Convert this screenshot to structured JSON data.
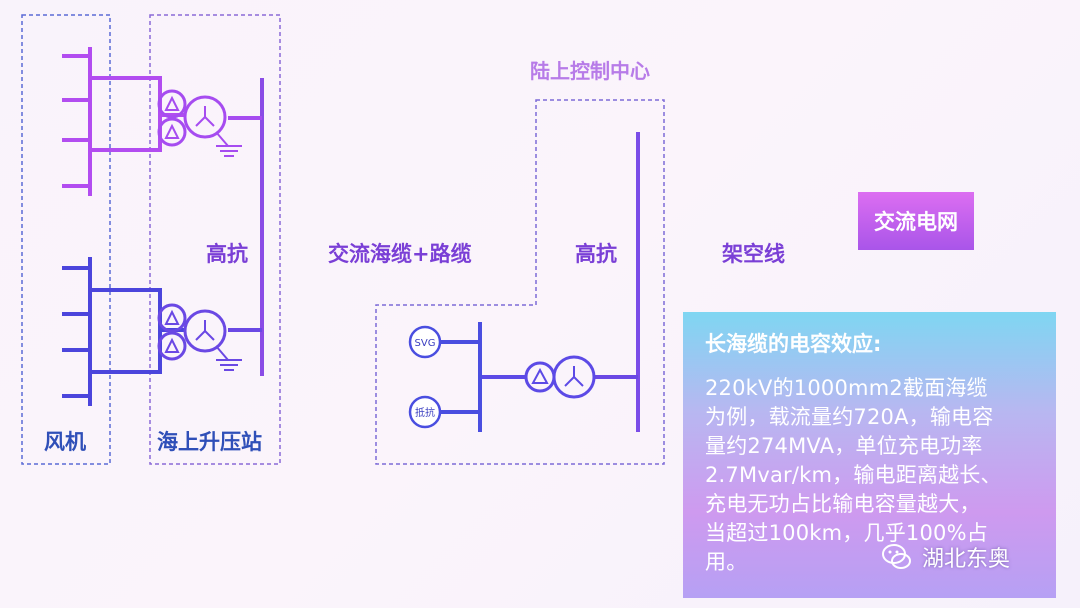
{
  "labels": {
    "wind_turbines": "风机",
    "offshore_station": "海上升压站",
    "high_reactor_left": "高抗",
    "cable": "交流海缆+路缆",
    "onshore_center": "陆上控制中心",
    "high_reactor_right": "高抗",
    "overhead_line": "架空线",
    "ac_grid": "交流电网",
    "svg_device": "SVG",
    "reactor_device": "抵抗"
  },
  "info": {
    "title": "长海缆的电容效应:",
    "lines": [
      "220kV的1000mm2截面海缆",
      "为例，载流量约720A，输电容",
      "量约274MVA，单位充电功率",
      "2.7Mvar/km，输电距离越长、",
      "充电无功占比输电容量越大，",
      "当超过100km，几乎100%占",
      "用。"
    ]
  },
  "watermark": "湖北东奥",
  "colors": {
    "purple": "#a64cf0",
    "violet": "#7a4ce8",
    "blue": "#4a4ee0",
    "dash": "#7d6bd8"
  }
}
